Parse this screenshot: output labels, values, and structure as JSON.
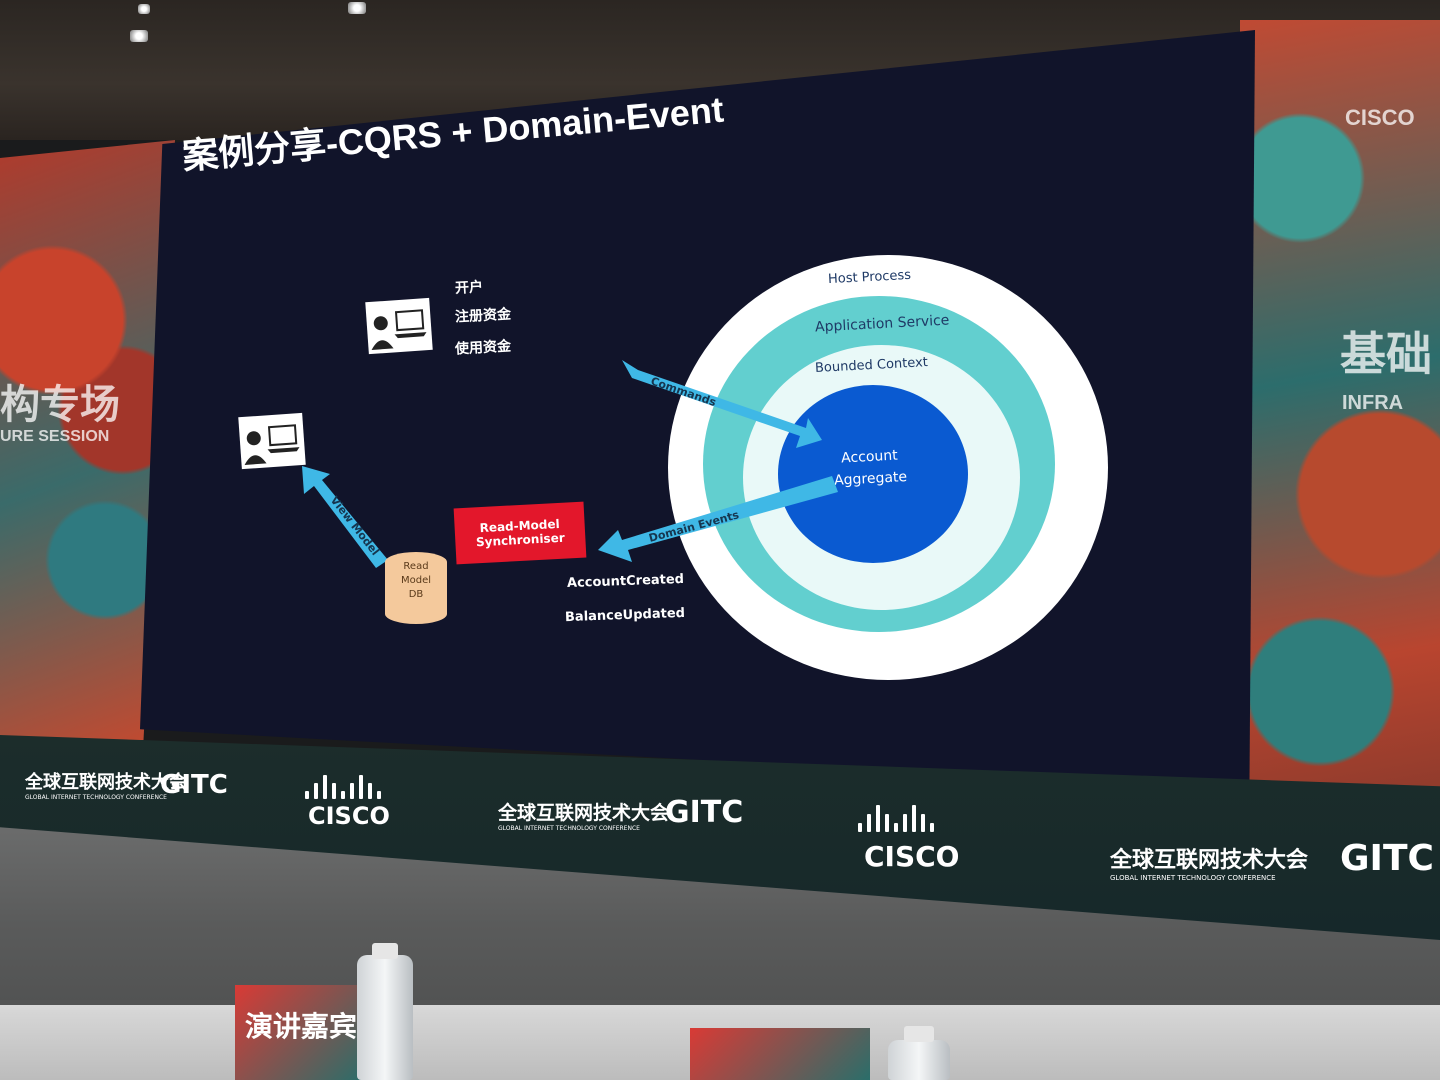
{
  "slide": {
    "title": "案例分享-CQRS + Domain-Event",
    "menu_items": [
      "开户",
      "注册资金",
      "使用资金"
    ],
    "rings": {
      "outer": "Host Process",
      "second": "Application Service",
      "third": "Bounded Context",
      "core_line1": "Account",
      "core_line2": "Aggregate"
    },
    "arrows": {
      "commands": "Commands",
      "domain_events": "Domain Events",
      "view_model": "View Model"
    },
    "synchroniser_line1": "Read-Model",
    "synchroniser_line2": "Synchroniser",
    "db_line1": "Read",
    "db_line2": "Model",
    "db_line3": "DB",
    "events": [
      "AccountCreated",
      "BalanceUpdated"
    ],
    "colors": {
      "background": "#11142a",
      "core_blue": "#0a5ad1",
      "teal": "#62cfcf",
      "arrow": "#3fb8e6",
      "red_box": "#e3172b",
      "db": "#f4c99c"
    }
  },
  "venue": {
    "left_backdrop_text": "构专场",
    "left_backdrop_sub": "URE SESSION",
    "right_backdrop_text": "基础",
    "right_backdrop_sub": "INFRA",
    "right_backdrop_logo": "CISCO",
    "banner_items": [
      {
        "type": "gitc",
        "cn": "全球互联网技术大会",
        "en": "GLOBAL INTERNET TECHNOLOGY CONFERENCE",
        "mark": "GITC"
      },
      {
        "type": "cisco",
        "text": "CISCO"
      },
      {
        "type": "gitc",
        "cn": "全球互联网技术大会",
        "en": "GLOBAL INTERNET TECHNOLOGY CONFERENCE",
        "mark": "GITC"
      },
      {
        "type": "cisco",
        "text": "CISCO"
      },
      {
        "type": "gitc",
        "cn": "全球互联网技术大会",
        "en": "GLOBAL INTERNET TECHNOLOGY CONFERENCE",
        "mark": "GITC"
      }
    ],
    "table_card_text": "演讲嘉宾"
  }
}
